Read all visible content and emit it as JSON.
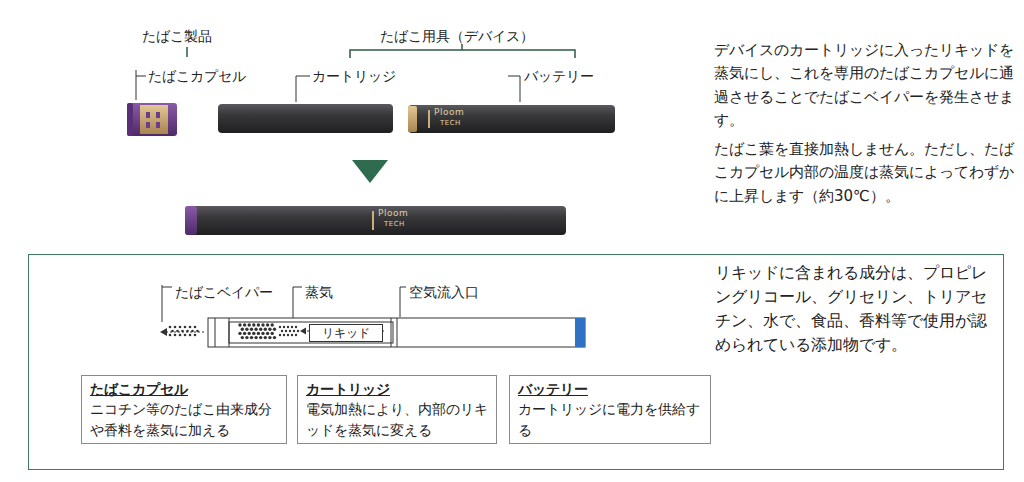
{
  "diagram": {
    "nodes": [
      {
        "text": [
          "リキッドに含まれる成分は、プロピレングリコール、グリセリン、トリアセチン、水で、食品、香料等で使用が認められている添加物です。"
        ]
      },
      {
        "text": [
          "リキッド"
        ],
        "in": 0
      },
      {
        "text": [
          "たばこカプセル",
          "ニコチン等のたばこ由来成分や香料を蒸気に加える"
        ],
        "in": 0
      },
      {
        "text": [
          "カートリッジ",
          "電気加熱により、内部のリキッドを蒸気に変える"
        ],
        "in": 0
      },
      {
        "text": [
          "バッテリー",
          "カートリッジに電力を供給する"
        ],
        "in": 0
      }
    ],
    "labels": [
      "たばこ製品",
      "たばこ用具（デバイス）",
      "たばこカプセル",
      "カートリッジ",
      "バッテリー",
      "デバイスのカートリッジに入ったリキッドを蒸気にし、これを専用のたばこカプセルに通過させることでたばこベイパーを発生させます。",
      "たばこ葉を直接加熱しません。ただし、たばこカプセル内部の温度は蒸気によってわずかに上昇します（約30℃）。",
      "Ploom",
      "TECH",
      "Ploom",
      "TECH",
      "たばこベイパー",
      "蒸気",
      "空気流入口"
    ]
  }
}
